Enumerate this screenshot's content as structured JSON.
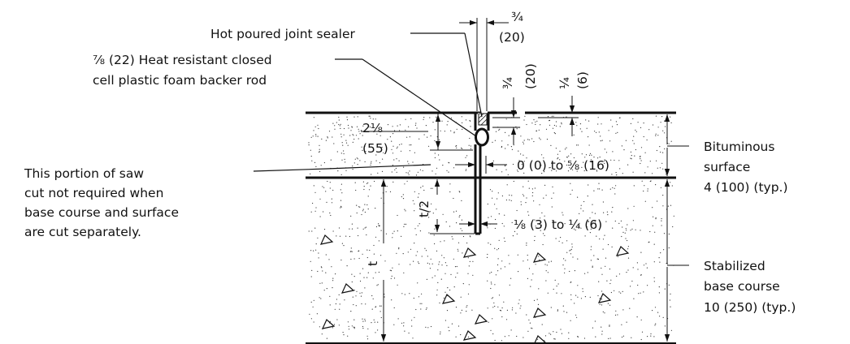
{
  "labels": {
    "joint_sealer": "Hot poured joint sealer",
    "backer_rod_line1": "⅞ (22) Heat resistant closed",
    "backer_rod_line2": "cell plastic foam backer rod",
    "saw_cut_line1": "This portion of saw",
    "saw_cut_line2": "cut not required when",
    "saw_cut_line3": "base course and surface",
    "saw_cut_line4": "are cut separately.",
    "bituminous_line1": "Bituminous",
    "bituminous_line2": "surface",
    "bituminous_line3": "4 (100) (typ.)",
    "base_line1": "Stabilized",
    "base_line2": "base course",
    "base_line3": "10 (250) (typ.)"
  },
  "dimensions": {
    "top_width_frac": "¾",
    "top_width_mm": "(20)",
    "depth_frac": "¾",
    "depth_mm": "(20)",
    "recess_frac": "¼",
    "recess_mm": "(6)",
    "rod_depth_frac": "2⅛",
    "rod_depth_mm": "(55)",
    "gap": "0 (0) to ⅝ (16)",
    "saw_width": "⅛ (3) to ¼ (6)",
    "half_thickness": "t/2",
    "thickness": "t"
  },
  "colors": {
    "ink": "#111111",
    "background": "#ffffff"
  }
}
